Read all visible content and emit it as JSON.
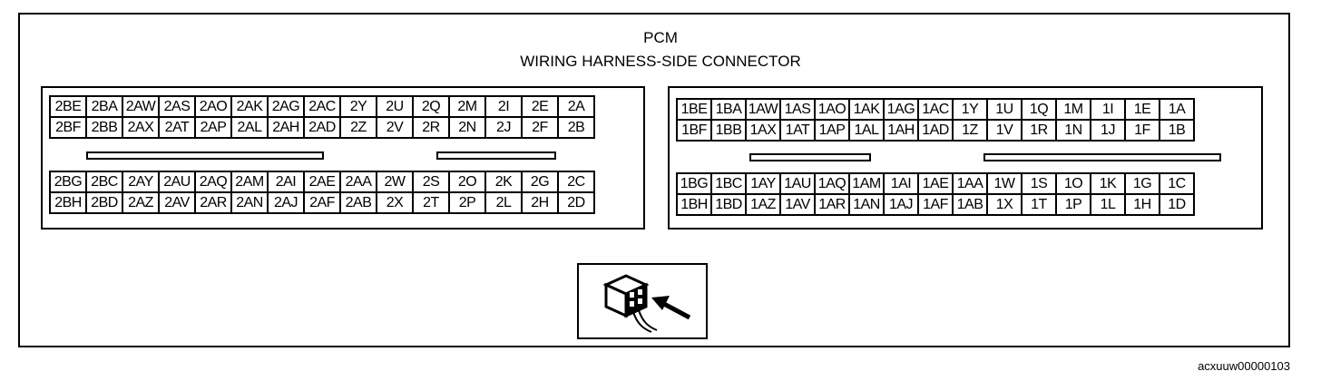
{
  "title": "PCM",
  "subtitle": "WIRING HARNESS-SIDE CONNECTOR",
  "reference_code": "acxuuw00000103",
  "connector_2": {
    "upper": [
      [
        "2BE",
        "2BA",
        "2AW",
        "2AS",
        "2AO",
        "2AK",
        "2AG",
        "2AC",
        "2Y",
        "2U",
        "2Q",
        "2M",
        "2I",
        "2E",
        "2A"
      ],
      [
        "2BF",
        "2BB",
        "2AX",
        "2AT",
        "2AP",
        "2AL",
        "2AH",
        "2AD",
        "2Z",
        "2V",
        "2R",
        "2N",
        "2J",
        "2F",
        "2B"
      ]
    ],
    "lower": [
      [
        "2BG",
        "2BC",
        "2AY",
        "2AU",
        "2AQ",
        "2AM",
        "2AI",
        "2AE",
        "2AA",
        "2W",
        "2S",
        "2O",
        "2K",
        "2G",
        "2C"
      ],
      [
        "2BH",
        "2BD",
        "2AZ",
        "2AV",
        "2AR",
        "2AN",
        "2AJ",
        "2AF",
        "2AB",
        "2X",
        "2T",
        "2P",
        "2L",
        "2H",
        "2D"
      ]
    ]
  },
  "connector_1": {
    "upper": [
      [
        "1BE",
        "1BA",
        "1AW",
        "1AS",
        "1AO",
        "1AK",
        "1AG",
        "1AC",
        "1Y",
        "1U",
        "1Q",
        "1M",
        "1I",
        "1E",
        "1A"
      ],
      [
        "1BF",
        "1BB",
        "1AX",
        "1AT",
        "1AP",
        "1AL",
        "1AH",
        "1AD",
        "1Z",
        "1V",
        "1R",
        "1N",
        "1J",
        "1F",
        "1B"
      ]
    ],
    "lower": [
      [
        "1BG",
        "1BC",
        "1AY",
        "1AU",
        "1AQ",
        "1AM",
        "1AI",
        "1AE",
        "1AA",
        "1W",
        "1S",
        "1O",
        "1K",
        "1G",
        "1C"
      ],
      [
        "1BH",
        "1BD",
        "1AZ",
        "1AV",
        "1AR",
        "1AN",
        "1AJ",
        "1AF",
        "1AB",
        "1X",
        "1T",
        "1P",
        "1L",
        "1H",
        "1D"
      ]
    ]
  },
  "icons": {
    "view_direction": "connector-view-arrow-icon"
  }
}
